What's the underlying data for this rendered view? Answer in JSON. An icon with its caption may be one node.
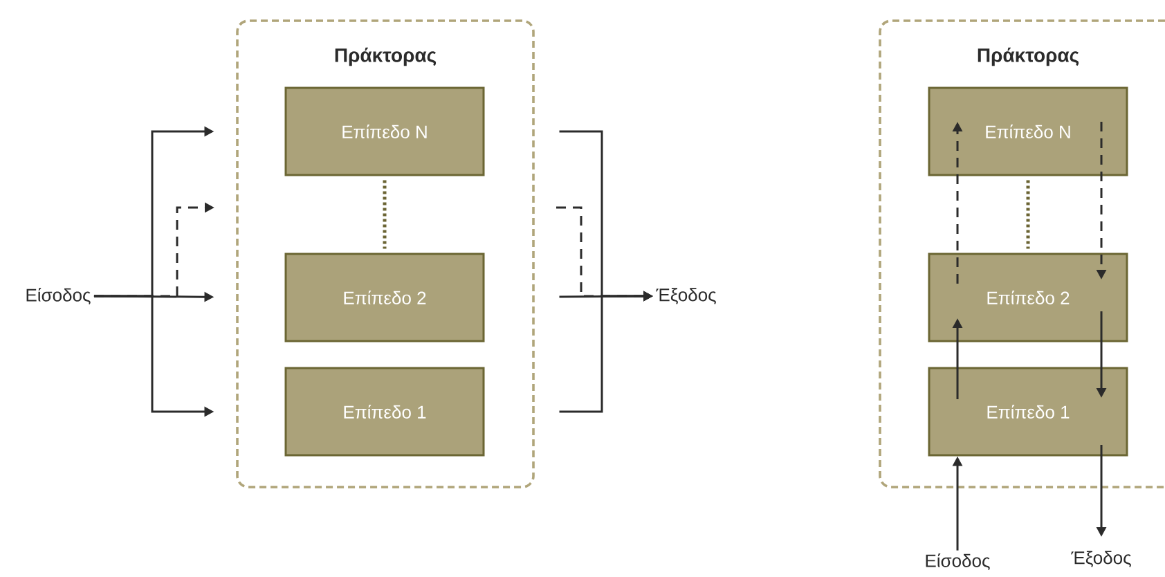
{
  "diagram": {
    "nodes": [
      {
        "text": [
          "Πράκτορας"
        ]
      },
      {
        "text": [
          "Επίπεδο N"
        ],
        "in": 0
      },
      {
        "text": [
          "Επίπεδο 2"
        ],
        "in": 0
      },
      {
        "text": [
          "Επίπεδο 1"
        ],
        "in": 0
      },
      {
        "text": [
          "Είσοδος"
        ]
      },
      {
        "text": [
          "Έξοδος"
        ]
      },
      {
        "text": [
          "Πράκτορας"
        ]
      },
      {
        "text": [
          "Επίπεδο N"
        ],
        "in": 6
      },
      {
        "text": [
          "Επίπεδο 2"
        ],
        "in": 6
      },
      {
        "text": [
          "Επίπεδο 1"
        ],
        "in": 6
      },
      {
        "text": [
          "Είσοδος"
        ]
      },
      {
        "text": [
          "Έξοδος"
        ]
      }
    ],
    "edges": [
      {
        "from": 4,
        "to": 1,
        "arrow": "to"
      },
      {
        "from": 4,
        "to": null,
        "arrow": "to",
        "style": "dashed"
      },
      {
        "from": 4,
        "to": 2,
        "arrow": "to"
      },
      {
        "from": 4,
        "to": 3,
        "arrow": "to"
      },
      {
        "from": 1,
        "to": 5,
        "arrow": "to"
      },
      {
        "from": null,
        "to": 5,
        "arrow": "to",
        "style": "dashed"
      },
      {
        "from": 2,
        "to": 5,
        "arrow": "to"
      },
      {
        "from": 3,
        "to": 5,
        "arrow": "to"
      },
      {
        "from": 1,
        "to": 2,
        "arrow": "none",
        "style": "dashed",
        "color": "#6b6433"
      },
      {
        "from": 10,
        "to": 9,
        "arrow": "to"
      },
      {
        "from": 9,
        "to": 8,
        "arrow": "to"
      },
      {
        "from": 8,
        "to": 7,
        "arrow": "to",
        "style": "dashed"
      },
      {
        "from": 7,
        "to": 8,
        "arrow": "to",
        "style": "dashed"
      },
      {
        "from": 8,
        "to": 9,
        "arrow": "to"
      },
      {
        "from": 9,
        "to": 11,
        "arrow": "to"
      },
      {
        "from": 7,
        "to": 8,
        "arrow": "none",
        "style": "dashed",
        "color": "#6b6433"
      }
    ]
  }
}
